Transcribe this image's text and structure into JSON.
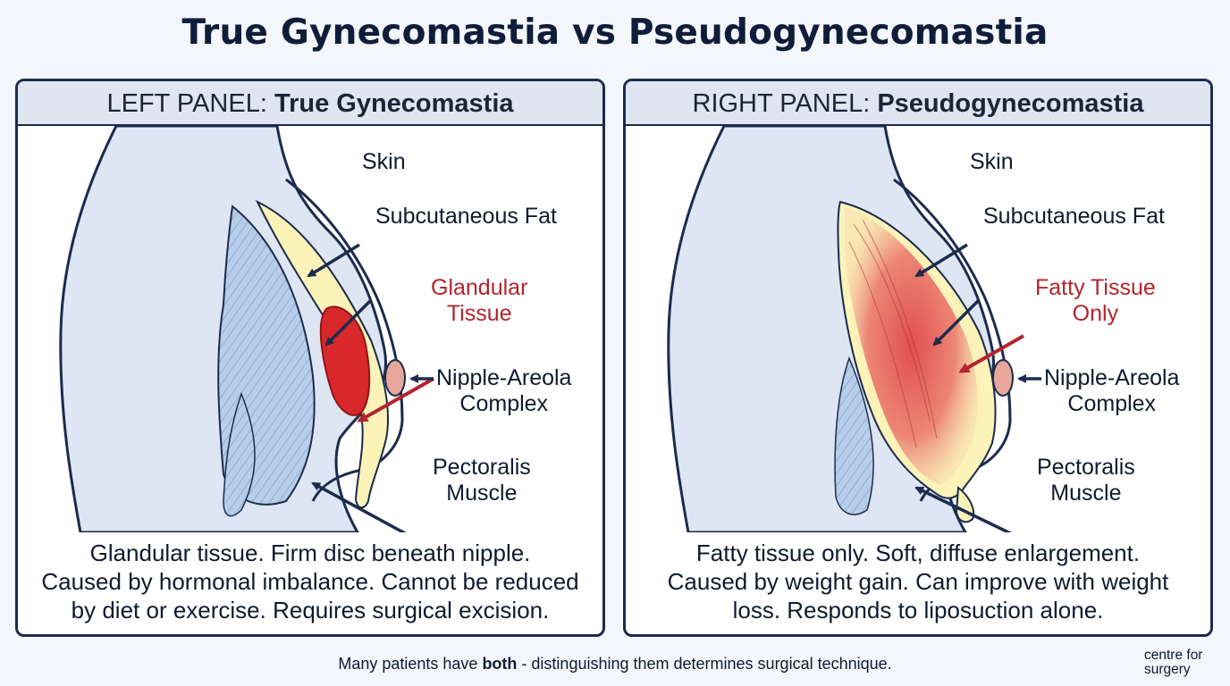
{
  "title": "True Gynecomastia vs Pseudogynecomastia",
  "left_panel": {
    "header_prefix": "LEFT PANEL:",
    "header_bold": "True Gynecomastia",
    "labels": {
      "skin": "Skin",
      "fat": "Subcutaneous Fat",
      "tissue_line1": "Glandular",
      "tissue_line2": "Tissue",
      "nipple_line1": "Nipple-Areola",
      "nipple_line2": "Complex",
      "muscle_line1": "Pectoralis",
      "muscle_line2": "Muscle"
    },
    "description": [
      "Glandular tissue. Firm disc beneath nipple.",
      "Caused by hormonal imbalance. Cannot be reduced",
      "by diet or exercise. Requires surgical excision."
    ]
  },
  "right_panel": {
    "header_prefix": "RIGHT PANEL:",
    "header_bold": "Pseudogynecomastia",
    "labels": {
      "skin": "Skin",
      "fat": "Subcutaneous Fat",
      "tissue_line1": "Fatty Tissue",
      "tissue_line2": "Only",
      "nipple_line1": "Nipple-Areola",
      "nipple_line2": "Complex",
      "muscle_line1": "Pectoralis",
      "muscle_line2": "Muscle"
    },
    "description": [
      "Fatty tissue only. Soft, diffuse enlargement.",
      "Caused by weight gain. Can improve with weight",
      "loss. Responds to liposuction alone."
    ]
  },
  "footer": {
    "before": "Many patients have ",
    "bold": "both",
    "after": " - distinguishing them determines surgical technique."
  },
  "logo": {
    "line1": "centre for",
    "line2": "surgery"
  },
  "colors": {
    "navy": "#1c2b4e",
    "skin_fill": "#dde6f2",
    "fat_fill": "#fbf3b8",
    "gland_red": "#d8282c",
    "label_red": "#b3242c",
    "muscle_blue": "#a9c3e3",
    "nipple": "#e8a79a"
  }
}
